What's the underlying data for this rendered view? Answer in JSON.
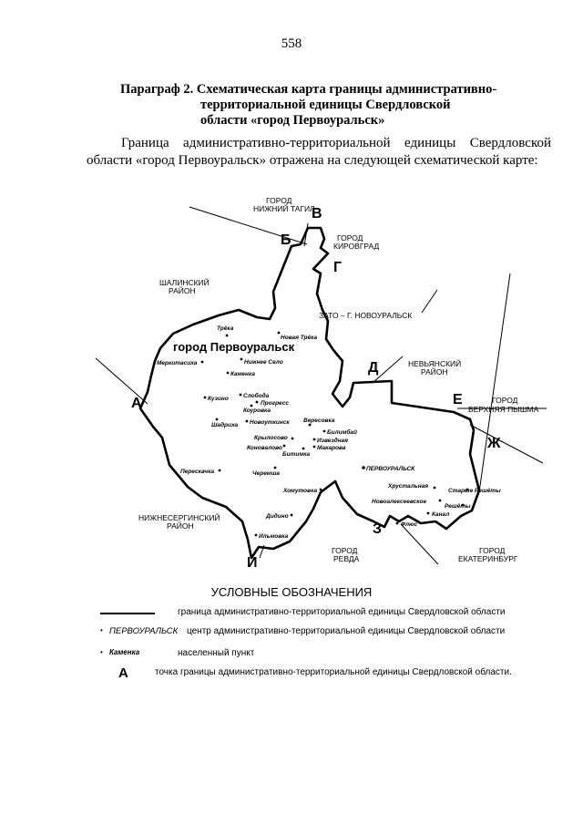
{
  "page_number": "558",
  "title": {
    "line1": "Параграф 2. Схематическая карта границы административно-",
    "line2": "территориальной единицы Свердловской",
    "line3": "области «город Первоуральск»"
  },
  "intro": "Граница административно-территориальной единицы Свердловской области «город Первоуральск» отражена на следующей схематической карте:",
  "map": {
    "city_name": "город Первоуральск",
    "neighbors": {
      "nizhny_tagil": [
        "ГОРОД",
        "НИЖНИЙ ТАГИЛ"
      ],
      "kirovgrad": [
        "ГОРОД",
        "КИРОВГРАД"
      ],
      "shalinsky": [
        "ШАЛИНСКИЙ",
        "РАЙОН"
      ],
      "novouralsk": "ЗАТО – Г. НОВОУРАЛЬСК",
      "nevyansky": [
        "НЕВЬЯНСКИЙ",
        "РАЙОН"
      ],
      "verkhnyaya_pyshma": [
        "ГОРОД",
        "ВЕРХНЯЯ ПЫШМА"
      ],
      "nizhneserginsky": [
        "НИЖНЕСЕРГИНСКИЙ",
        "РАЙОН"
      ],
      "revda": [
        "ГОРОД",
        "РЕВДА"
      ],
      "yekaterinburg": [
        "ГОРОД",
        "ЕКАТЕРИНБУРГ"
      ]
    },
    "points": [
      "А",
      "Б",
      "В",
      "Г",
      "Д",
      "Е",
      "Ж",
      "З",
      "И"
    ],
    "center": "ПЕРВОУРАЛЬСК",
    "settlements": [
      "Трёка",
      "Новая Трёка",
      "Меркитасиха",
      "Нижнее Село",
      "Каменка",
      "Слобода",
      "Кузино",
      "Прогресс",
      "Коуровка",
      "Шадриха",
      "Новоуткинск",
      "Крылосово",
      "Коновалово",
      "Вересовка",
      "Билимбай",
      "Извездная",
      "Макарова",
      "Битимка",
      "Перескачка",
      "Черемша",
      "Хомутовка",
      "Хрустальная",
      "Старые Решёты",
      "Новоалексеевское",
      "Решёты",
      "Канал",
      "Флюс",
      "Дидино",
      "Ильмовка"
    ]
  },
  "legend": {
    "title": "УСЛОВНЫЕ ОБОЗНАЧЕНИЯ",
    "boundary": "граница административно-территориальной единицы Свердловской области",
    "center_sample": "ПЕРВОУРАЛЬСК",
    "center_desc": "центр административно-территориальной единицы Свердловской области",
    "settlement_sample": "Каменка",
    "settlement_desc": "населенный пункт",
    "point_sample": "А",
    "point_desc": "точка границы административно-территориальной единицы Свердловской области."
  }
}
